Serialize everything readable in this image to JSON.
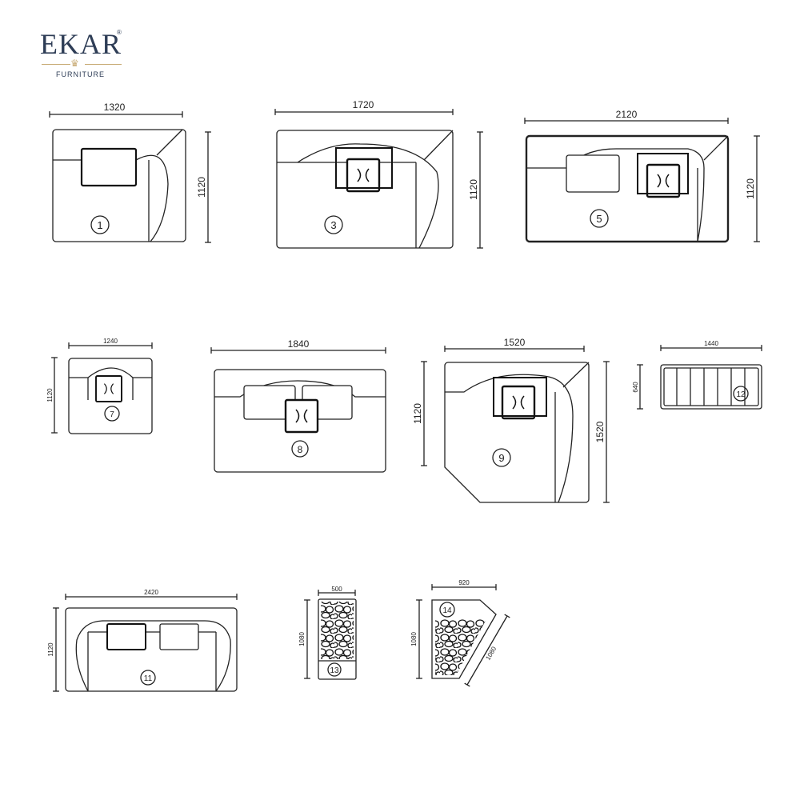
{
  "brand": {
    "name": "EKAR",
    "registered": "®",
    "tagline": "FURNITURE",
    "gold": "#c9ad78",
    "navy": "#2e3d56"
  },
  "diagrams": [
    {
      "id": "1",
      "dims": [
        "1320",
        "1120"
      ]
    },
    {
      "id": "3",
      "dims": [
        "1720",
        "1120"
      ]
    },
    {
      "id": "5",
      "dims": [
        "2120",
        "1120"
      ]
    },
    {
      "id": "7",
      "dims": [
        "1240",
        "1120"
      ]
    },
    {
      "id": "8",
      "dims": [
        "1840"
      ]
    },
    {
      "id": "9",
      "dims": [
        "1520",
        "1120",
        "1520"
      ]
    },
    {
      "id": "12",
      "dims": [
        "1440",
        "640"
      ]
    },
    {
      "id": "11",
      "dims": [
        "2420",
        "1120"
      ]
    },
    {
      "id": "13",
      "dims": [
        "500",
        "1080"
      ]
    },
    {
      "id": "14",
      "dims": [
        "920",
        "1080",
        "1080"
      ]
    }
  ],
  "labels": {
    "n1": "1",
    "n3": "3",
    "n5": "5",
    "n7": "7",
    "n8": "8",
    "n9": "9",
    "n11": "11",
    "n12": "12",
    "n13": "13",
    "n14": "14"
  }
}
